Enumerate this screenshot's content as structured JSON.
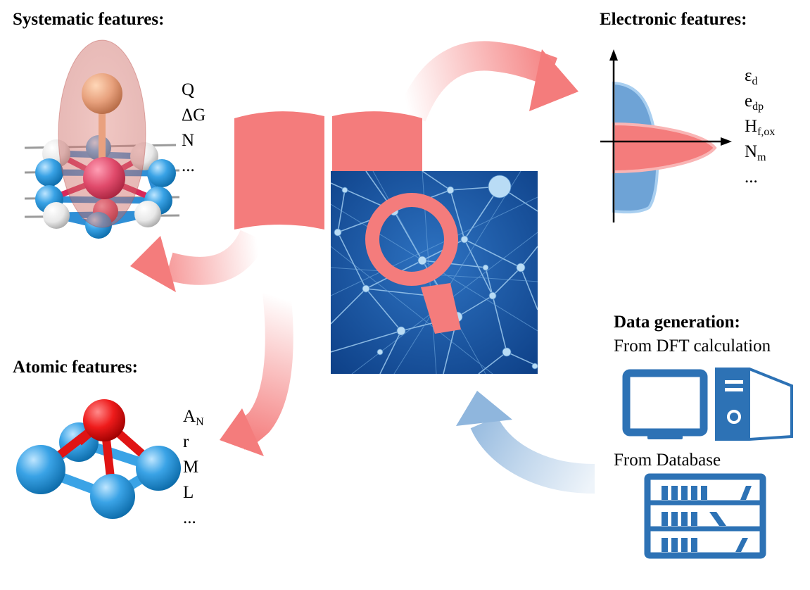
{
  "systematic": {
    "heading": "Systematic features:",
    "items": [
      "Q",
      "ΔG",
      "N",
      "..."
    ]
  },
  "electronic": {
    "heading": "Electronic features:",
    "items": [
      {
        "base": "ε",
        "sub": "d"
      },
      {
        "base": "e",
        "sub": "dp"
      },
      {
        "base": "H",
        "sub": "f,ox"
      },
      {
        "base": "N",
        "sub": "m"
      },
      {
        "base": "..."
      }
    ]
  },
  "atomic": {
    "heading": "Atomic features:",
    "items": [
      {
        "base": "A",
        "sub": "N"
      },
      {
        "base": "r"
      },
      {
        "base": "M"
      },
      {
        "base": "L"
      },
      {
        "base": "..."
      }
    ]
  },
  "data_generation": {
    "heading": "Data generation:",
    "source_1": "From DFT calculation",
    "source_2": "From Database"
  },
  "colors": {
    "accent_red": "#f47c7c",
    "accent_blue": "#2d72b5",
    "light_blue": "#8fb6dd"
  }
}
